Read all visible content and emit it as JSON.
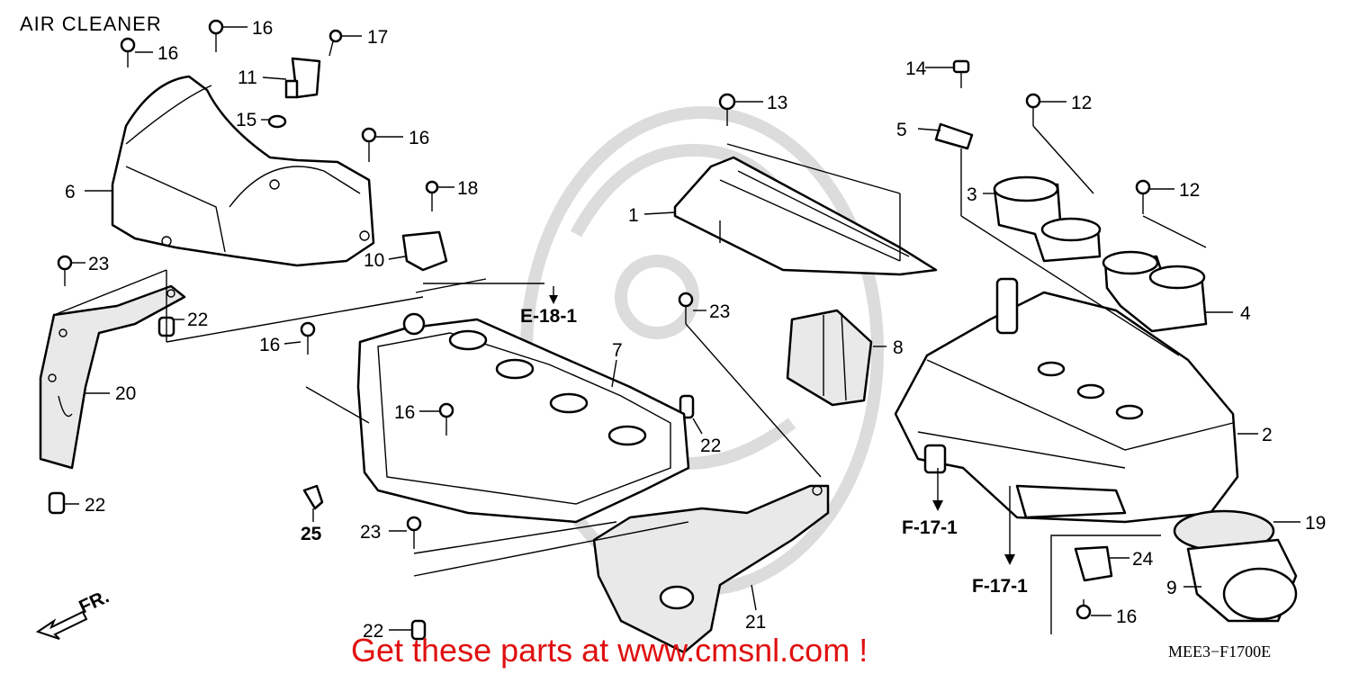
{
  "title": "AIR CLEANER",
  "footer": "Get these parts at www.cmsnl.com !",
  "diagram_code": "MEE3−F1700E",
  "front_label": "FR.",
  "refs": {
    "e18": "E-18-1",
    "f17a": "F-17-1",
    "f17b": "F-17-1"
  },
  "callouts": {
    "c1": "1",
    "c2": "2",
    "c3": "3",
    "c4": "4",
    "c5": "5",
    "c6": "6",
    "c7": "7",
    "c8": "8",
    "c9": "9",
    "c10": "10",
    "c11": "11",
    "c12a": "12",
    "c12b": "12",
    "c13": "13",
    "c14": "14",
    "c15": "15",
    "c16a": "16",
    "c16b": "16",
    "c16c": "16",
    "c16d": "16",
    "c16e": "16",
    "c16f": "16",
    "c17": "17",
    "c18": "18",
    "c19": "19",
    "c20": "20",
    "c21": "21",
    "c22a": "22",
    "c22b": "22",
    "c22c": "22",
    "c22d": "22",
    "c23a": "23",
    "c23b": "23",
    "c23c": "23",
    "c24": "24",
    "c25": "25"
  }
}
